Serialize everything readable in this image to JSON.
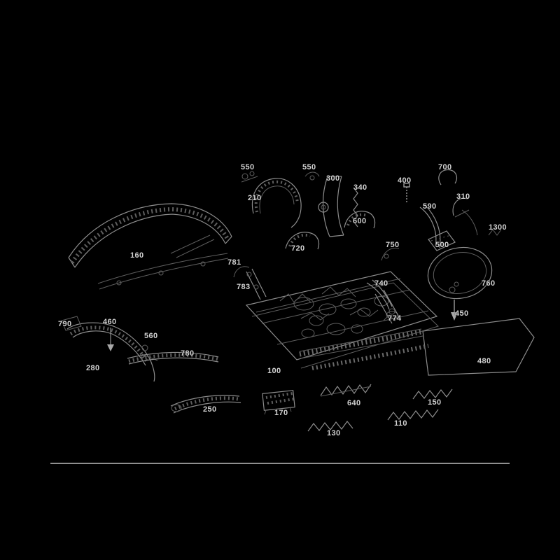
{
  "colors": {
    "bg": "#000000",
    "line": "#8d8d8d",
    "line_dim": "#5e5e5e",
    "line_bright": "#a8a8a8",
    "label": "#d2d2d2",
    "divider": "#8f8f8f"
  },
  "diagram": {
    "title": "Exploded seat-frame parts diagram",
    "part_labels": [
      {
        "text": "550"
      },
      {
        "text": "550"
      },
      {
        "text": "300"
      },
      {
        "text": "340"
      },
      {
        "text": "400"
      },
      {
        "text": "700"
      },
      {
        "text": "210"
      },
      {
        "text": "310"
      },
      {
        "text": "590"
      },
      {
        "text": "600"
      },
      {
        "text": "1300"
      },
      {
        "text": "160"
      },
      {
        "text": "720"
      },
      {
        "text": "750"
      },
      {
        "text": "500"
      },
      {
        "text": "781"
      },
      {
        "text": "740"
      },
      {
        "text": "760"
      },
      {
        "text": "783"
      },
      {
        "text": "774"
      },
      {
        "text": "450"
      },
      {
        "text": "790"
      },
      {
        "text": "460"
      },
      {
        "text": "560"
      },
      {
        "text": "780"
      },
      {
        "text": "280"
      },
      {
        "text": "100"
      },
      {
        "text": "480"
      },
      {
        "text": "640"
      },
      {
        "text": "250"
      },
      {
        "text": "170"
      },
      {
        "text": "150"
      },
      {
        "text": "110"
      },
      {
        "text": "130"
      }
    ]
  }
}
